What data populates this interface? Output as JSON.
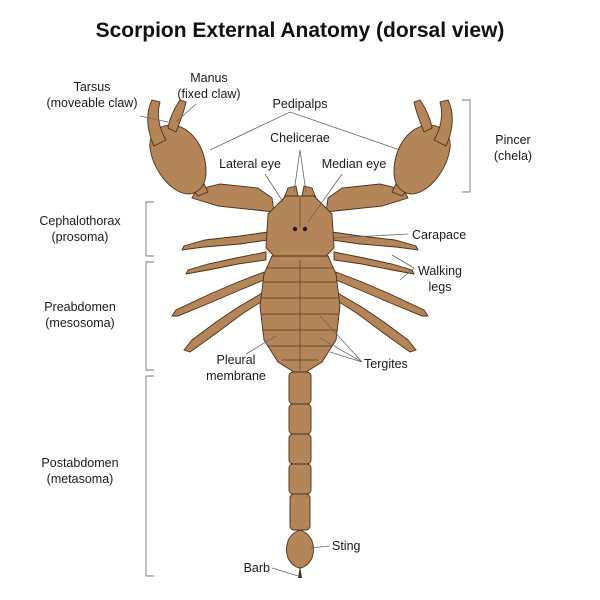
{
  "title": "Scorpion External Anatomy (dorsal view)",
  "colors": {
    "body": "#b5855a",
    "outline": "#4a2f18",
    "eye": "#1a1a1a",
    "leader": "#666666"
  },
  "labels": {
    "tarsus": [
      "Tarsus",
      "(moveable claw)"
    ],
    "manus": [
      "Manus",
      "(fixed claw)"
    ],
    "pedipalps": "Pedipalps",
    "chelicerae": "Chelicerae",
    "pincer": [
      "Pincer",
      "(chela)"
    ],
    "lateral_eye": "Lateral eye",
    "median_eye": "Median eye",
    "cephalothorax": [
      "Cephalothorax",
      "(prosoma)"
    ],
    "carapace": "Carapace",
    "walking_legs": [
      "Walking",
      "legs"
    ],
    "preabdomen": [
      "Preabdomen",
      "(mesosoma)"
    ],
    "pleural_membrane": [
      "Pleural",
      "membrane"
    ],
    "tergites": "Tergites",
    "postabdomen": [
      "Postabdomen",
      "(metasoma)"
    ],
    "sting": "Sting",
    "barb": "Barb"
  }
}
